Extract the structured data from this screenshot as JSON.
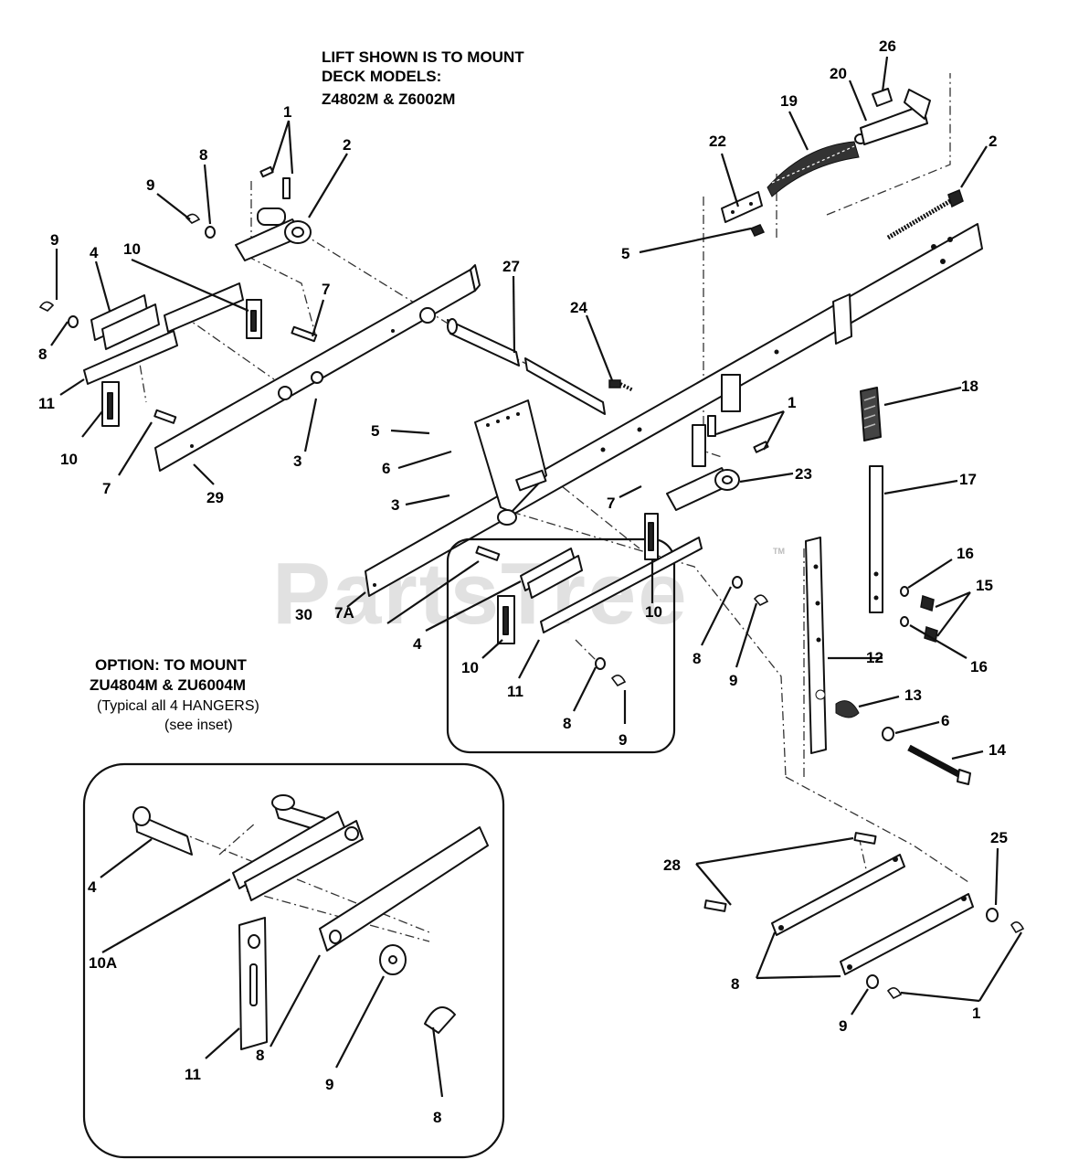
{
  "notes": {
    "lift_line1": "LIFT SHOWN IS TO MOUNT",
    "lift_line2": "DECK MODELS:",
    "lift_line3": "Z4802M & Z6002M",
    "option_line1": "OPTION: TO MOUNT",
    "option_line2": "ZU4804M & ZU6004M",
    "option_line3": "(Typical all 4 HANGERS)",
    "option_line4": "(see inset)"
  },
  "watermark": {
    "text": "PartsTree",
    "trademark": "TM"
  },
  "callouts": [
    "1",
    "2",
    "8",
    "9",
    "9",
    "4",
    "10",
    "8",
    "11",
    "10",
    "7",
    "7",
    "29",
    "3",
    "27",
    "24",
    "5",
    "6",
    "3",
    "22",
    "19",
    "20",
    "26",
    "2",
    "5",
    "1",
    "23",
    "18",
    "17",
    "16",
    "15",
    "16",
    "12",
    "13",
    "6",
    "14",
    "7",
    "4",
    "30",
    "10",
    "11",
    "10",
    "8",
    "9",
    "8",
    "9",
    "7A",
    "4",
    "10A",
    "11",
    "8",
    "9",
    "8",
    "25",
    "28",
    "8",
    "9",
    "1"
  ]
}
